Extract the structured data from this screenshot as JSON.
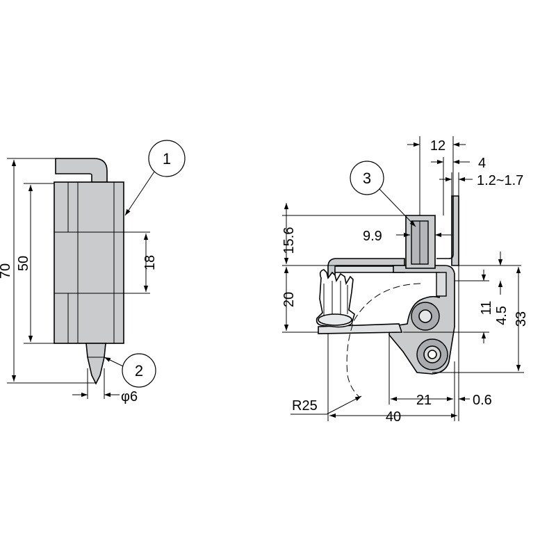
{
  "callouts": {
    "c1": "1",
    "c2": "2",
    "c3": "3"
  },
  "left_view": {
    "dim_70": "70",
    "dim_50": "50",
    "dim_18": "18",
    "dim_phi6": "φ6"
  },
  "right_view": {
    "dim_12": "12",
    "dim_4": "4",
    "dim_1_2_1_7": "1.2~1.7",
    "dim_9_9": "9.9",
    "dim_15_6": "15.6",
    "dim_20": "20",
    "dim_11": "11",
    "dim_4_5": "4.5",
    "dim_33": "33",
    "dim_21": "21",
    "dim_0_6": "0.6",
    "dim_r25": "R25",
    "dim_40": "40"
  }
}
